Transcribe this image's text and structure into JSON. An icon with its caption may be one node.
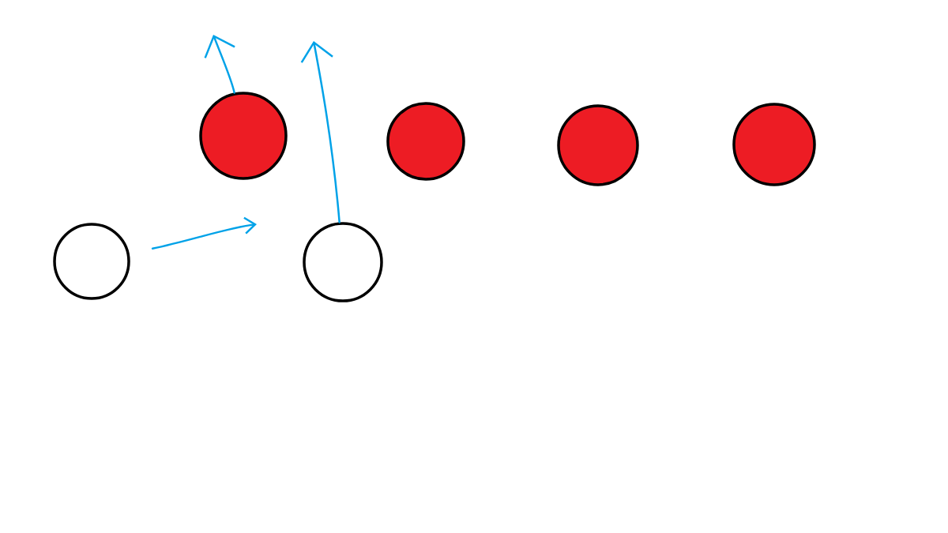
{
  "diagram": {
    "nodes": [
      {
        "text": [],
        "shape": "circle"
      },
      {
        "text": [],
        "shape": "circle"
      },
      {
        "text": [],
        "shape": "circle"
      },
      {
        "text": [],
        "shape": "circle"
      },
      {
        "text": [],
        "shape": "circle"
      },
      {
        "text": [],
        "shape": "circle"
      }
    ],
    "edges": [
      {
        "from": 0,
        "to": null,
        "arrow": "to"
      },
      {
        "from": 5,
        "to": null,
        "arrow": "to"
      },
      {
        "from": 4,
        "to": null,
        "arrow": "to"
      }
    ]
  }
}
